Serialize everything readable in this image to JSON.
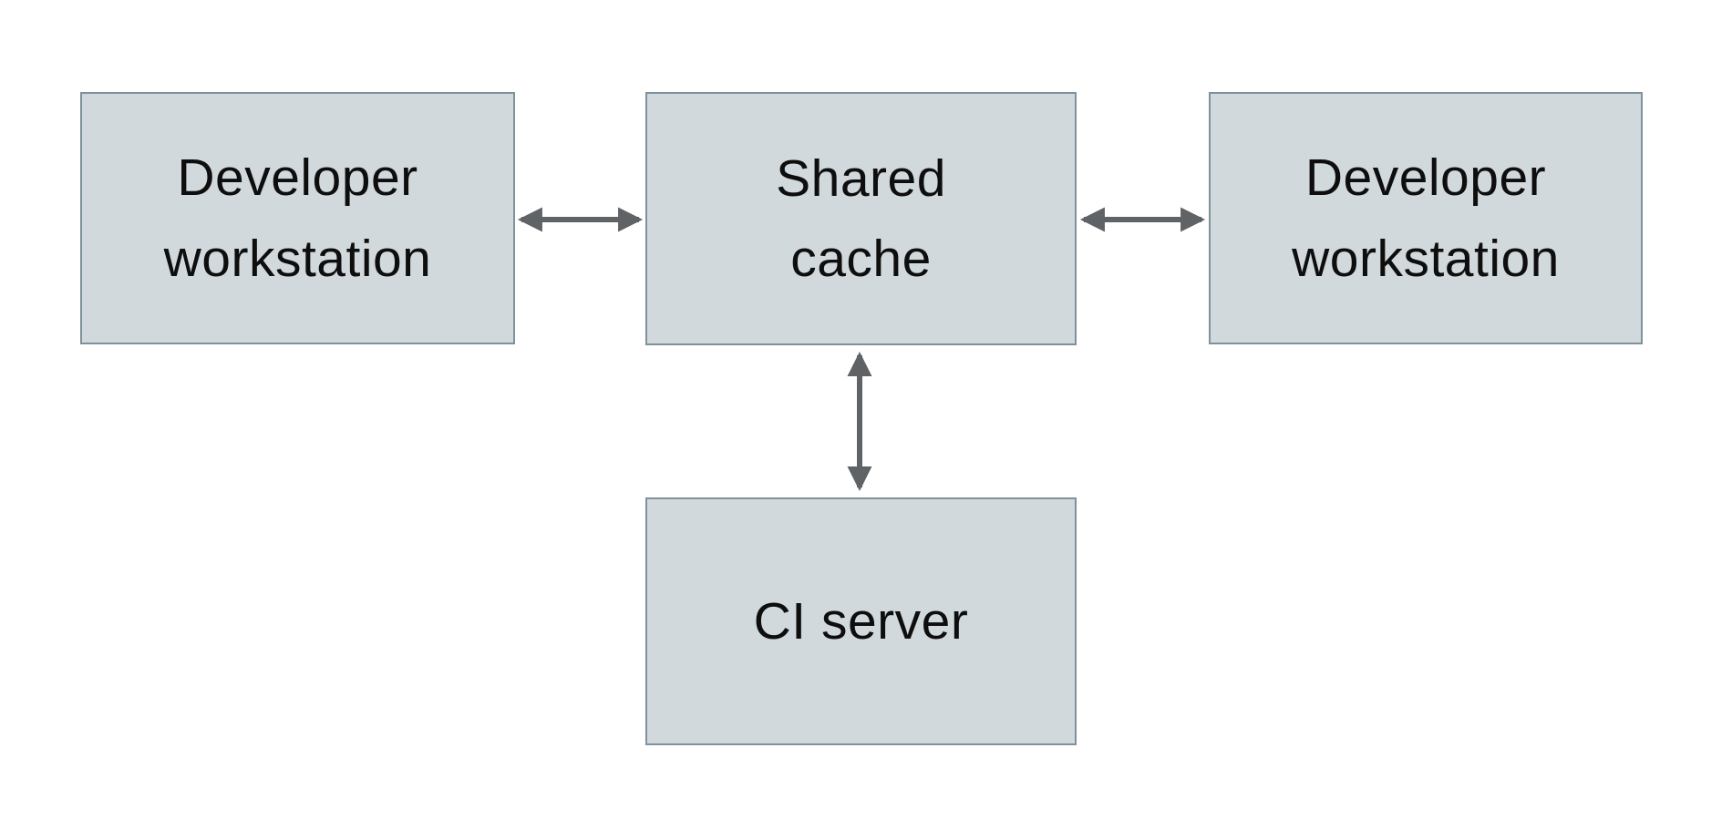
{
  "diagram": {
    "type": "architecture-diagram",
    "nodes": [
      {
        "id": "developer-workstation-left",
        "label": "Developer\nworkstation"
      },
      {
        "id": "shared-cache",
        "label": "Shared\ncache"
      },
      {
        "id": "developer-workstation-right",
        "label": "Developer\nworkstation"
      },
      {
        "id": "ci-server",
        "label": "CI server"
      }
    ],
    "edges": [
      {
        "from": "developer-workstation-left",
        "to": "shared-cache",
        "type": "bidirectional-arrow"
      },
      {
        "from": "shared-cache",
        "to": "developer-workstation-right",
        "type": "bidirectional-arrow"
      },
      {
        "from": "shared-cache",
        "to": "ci-server",
        "type": "bidirectional-arrow"
      }
    ],
    "colors": {
      "node_fill": "#d2d9dc",
      "node_border": "#7e929c",
      "arrow": "#5f6366",
      "text": "#0e0e0e",
      "background": "#ffffff"
    }
  }
}
